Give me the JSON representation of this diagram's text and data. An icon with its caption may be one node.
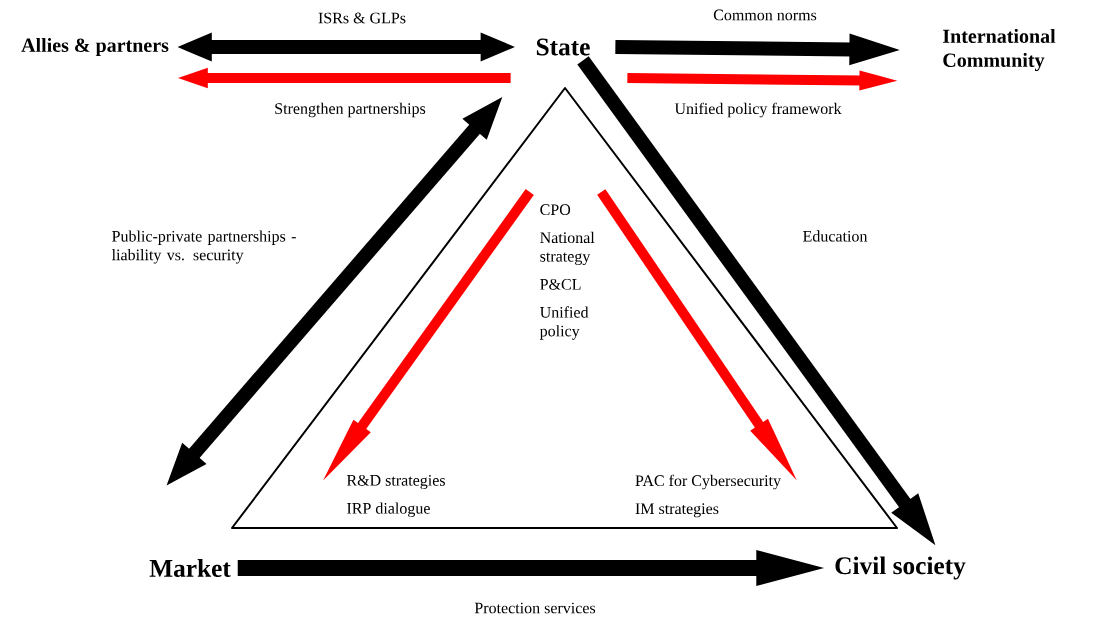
{
  "diagram": {
    "nodes": [
      {
        "text": [
          "Allies & partners"
        ]
      },
      {
        "text": [
          "State"
        ]
      },
      {
        "text": [
          "International Community"
        ]
      },
      {
        "text": [
          "Market"
        ]
      },
      {
        "text": [
          "Civil society"
        ]
      },
      {
        "text": [],
        "shape": "triangle"
      },
      {
        "text": [
          "CPO",
          "National strategy",
          "P&CL",
          "Unified policy"
        ],
        "in": 5
      },
      {
        "text": [
          "R&D strategies",
          "IRP dialogue"
        ],
        "in": 5
      },
      {
        "text": [
          "PAC for Cybersecurity",
          "IM strategies"
        ],
        "in": 5
      }
    ],
    "edges": [
      {
        "from": 0,
        "to": 1,
        "arrow": "both",
        "label": "ISRs & GLPs"
      },
      {
        "from": 1,
        "to": 0,
        "arrow": "to",
        "label": "Strengthen partnerships",
        "color": "#ff0000"
      },
      {
        "from": 1,
        "to": 2,
        "arrow": "to",
        "label": "Common norms"
      },
      {
        "from": 1,
        "to": 2,
        "arrow": "to",
        "label": "Unified policy framework",
        "color": "#ff0000"
      },
      {
        "from": 1,
        "to": 3,
        "arrow": "both",
        "label": "Public-private partnerships - liability vs. security"
      },
      {
        "from": 1,
        "to": 4,
        "arrow": "to",
        "label": "Education"
      },
      {
        "from": 3,
        "to": 4,
        "arrow": "to",
        "label": "Protection services"
      },
      {
        "from": 6,
        "to": 7,
        "arrow": "to",
        "color": "#ff0000"
      },
      {
        "from": 6,
        "to": 8,
        "arrow": "to",
        "color": "#ff0000"
      }
    ]
  }
}
